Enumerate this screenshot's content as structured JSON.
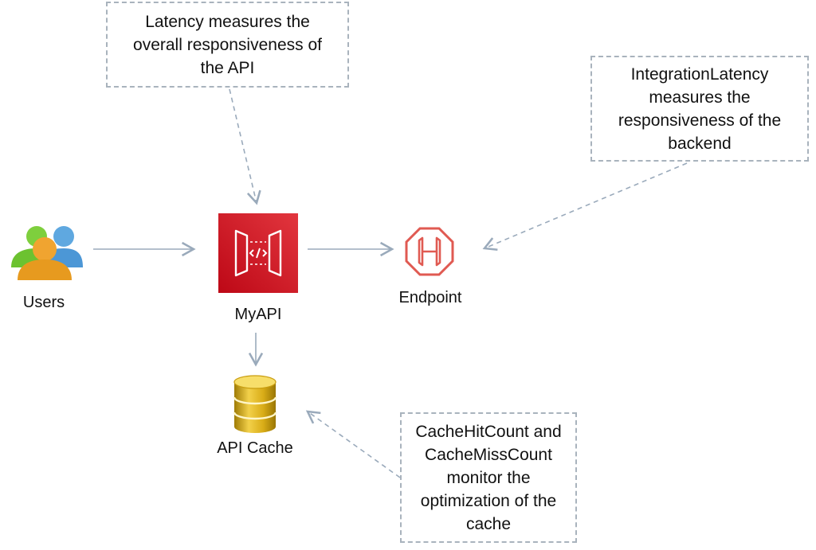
{
  "notes": {
    "latency": [
      "Latency measures the",
      "overall responsiveness of",
      "the API"
    ],
    "integration": [
      "IntegrationLatency",
      "measures the",
      "responsiveness of the",
      "backend"
    ],
    "cache": [
      "CacheHitCount and",
      "CacheMissCount",
      "monitor the",
      "optimization of the",
      "cache"
    ]
  },
  "nodes": {
    "users": "Users",
    "api": "MyAPI",
    "endpoint": "Endpoint",
    "cache": "API Cache"
  },
  "icons": {
    "users": "users-icon",
    "api": "api-gateway-icon",
    "endpoint": "endpoint-icon",
    "cache": "database-icon"
  },
  "colors": {
    "arrow": "#9aaabb",
    "api_red": "#c7222b",
    "endpoint_red": "#e05a52",
    "cache_gold": "#c8a010"
  }
}
